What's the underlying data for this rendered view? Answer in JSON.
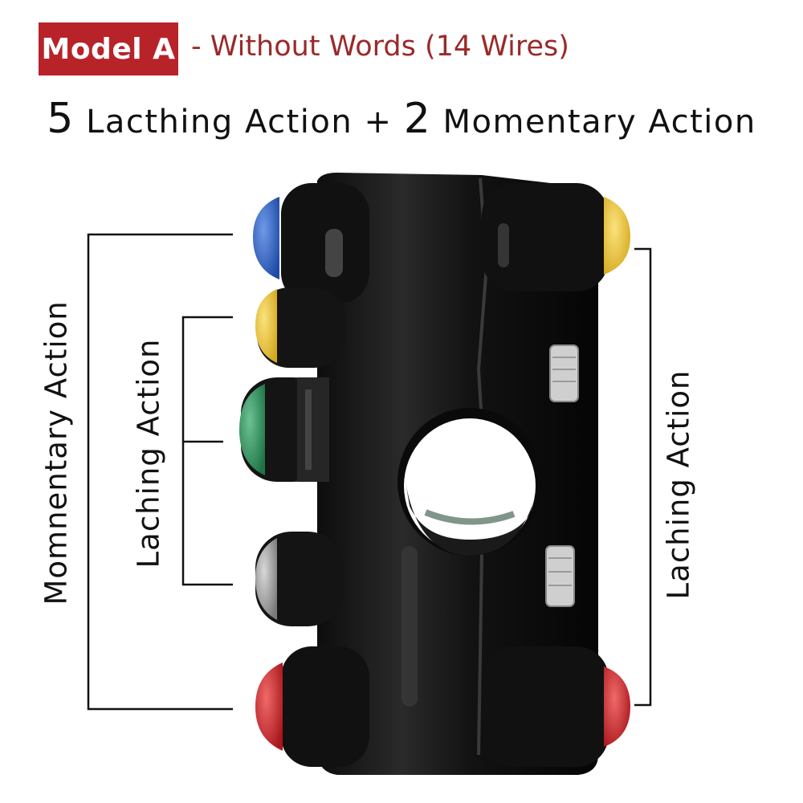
{
  "header": {
    "badge": "Model A",
    "subtitle": "- Without Words (14 Wires)",
    "headline": {
      "latching_count": "5",
      "latching_label": " Lacthing Action + ",
      "momentary_count": "2",
      "momentary_label": " Momentary Action"
    }
  },
  "labels": {
    "outer_left": "Momnentary Action",
    "inner_left": "Laching Action",
    "right": "Laching Action"
  },
  "colors": {
    "badge": "#b8232a",
    "subtitle": "#9a2a2a",
    "body": "#151515",
    "button_blue": "#2d5fbf",
    "button_yellow": "#e7c43a",
    "button_green": "#2e8b5a",
    "button_gray": "#9a9a9a",
    "button_red": "#c8252a"
  }
}
